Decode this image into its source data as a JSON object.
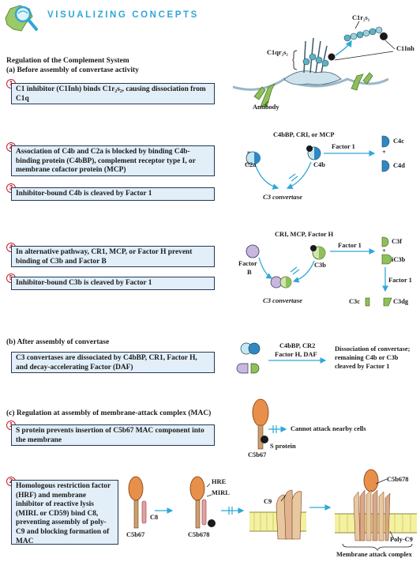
{
  "header": {
    "title": "VISUALIZING CONCEPTS"
  },
  "section_main_title": "Regulation of the Complement System",
  "section_a": "(a) Before assembly of convertase activity",
  "section_b": "(b) After assembly of convertase",
  "section_c": "(c) Regulation at assembly of membrane-attack complex (MAC)",
  "steps": {
    "s1": {
      "num": "1",
      "text": "C1 inhibitor (C1Inh) binds C1r₂s₂, causing dissociation from C1q"
    },
    "s2": {
      "num": "2",
      "text": "Association of C4b and C2a is blocked by binding C4b-binding protein (C4bBP), complement receptor type I, or membrane cofactor protein (MCP)"
    },
    "s3": {
      "num": "3",
      "text": "Inhibitor-bound C4b is cleaved by Factor 1"
    },
    "s4": {
      "num": "4",
      "text": "In alternative pathway, CR1, MCP, or Factor H prevent binding of C3b and Factor B"
    },
    "s5": {
      "num": "5",
      "text": "Inhibitor-bound C3b is cleaved by Factor 1"
    },
    "b1": {
      "text": "C3 convertases are dissociated by C4bBP, CR1, Factor H, and decay-accelerating Factor (DAF)"
    },
    "c1": {
      "num": "1",
      "text": "S protein prevents insertion of C5b67 MAC component into the membrane"
    },
    "c2": {
      "num": "2",
      "text": "Homologous restriction factor (HRF) and membrane inhibitor of reactive lysis (MIRL or CD59) bind C8, preventing assembly of poly-C9 and blocking formation of MAC"
    }
  },
  "labels": {
    "c1r2s2": "C1r₂s₂",
    "c1q": "C1qr₂s₂",
    "c1inh": "C1Inh",
    "antibody": "Antibody",
    "inhib1": "C4bBP, CRI, or MCP",
    "factor1_a": "Factor 1",
    "c2a": "C2a",
    "c4b": "C4b",
    "c4c": "C4c",
    "c4d": "C4d",
    "plus": "+",
    "c3conv_1": "C3 convertase",
    "inhib2": "CRI, MCP, Factor H",
    "factor1_b": "Factor 1",
    "factorB_1": "Factor",
    "factorB_2": "B",
    "c3b": "C3b",
    "c3f": "C3f",
    "ic3b": "iC3b",
    "factor1_c": "Factor 1",
    "c3c": "C3c",
    "c3dg": "C3dg",
    "c3conv_2": "C3 convertase",
    "diss_top": "C4bBP, CR2",
    "diss_bot": "Factor H, DAF",
    "diss_result_1": "Dissociation of convertase;",
    "diss_result_2": "remaining C4b or C3b",
    "diss_result_3": "cleaved by Factor 1",
    "cannot_attack": "Cannot attack nearby cells",
    "s_protein": "S protein",
    "c5b67_1": "C5b67",
    "c5b67_2": "C5b67",
    "c8": "C8",
    "c5b678_1": "C5b678",
    "hre": "HRE",
    "mirl": "MIRL",
    "c9": "C9",
    "c5b678_2": "C5b678",
    "polyc9": "Poly-C9",
    "mac": "Membrane attack complex"
  },
  "colors": {
    "accent": "#2fa7d8",
    "box_fill": "#e2eef8",
    "marker": "#c4202a",
    "green": "#8fbf5a",
    "orange": "#e8904a",
    "pink": "#e4a0a0",
    "lavender": "#c8b8e0"
  }
}
